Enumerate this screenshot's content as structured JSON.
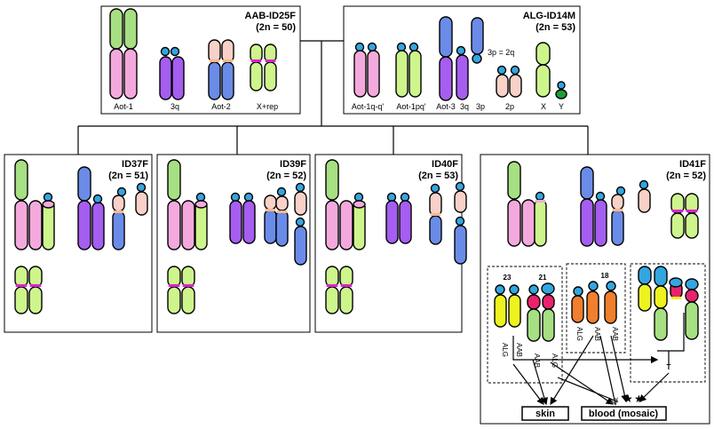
{
  "colors": {
    "green": "#a6e082",
    "pink": "#f4a9dd",
    "purple": "#a55ef0",
    "salmon": "#f8d1c8",
    "blue": "#6a8ce8",
    "lime": "#cdf58c",
    "cyan": "#33a6e0",
    "orange": "#f07f2e",
    "yellow": "#eef21e",
    "red": "#e8236b",
    "magenta": "#e020d0",
    "peach": "#f4b98c",
    "darkgreen": "#1f9e3a"
  },
  "parents": {
    "mother": {
      "title": "AAB-ID25F",
      "count": "(2n = 50)",
      "labels": [
        "Aot-1",
        "3q",
        "Aot-2",
        "X+rep"
      ]
    },
    "father": {
      "title": "ALG-ID14M",
      "count": "(2n = 53)",
      "note": "3p = 2q",
      "labels": [
        "Aot-1q-q'",
        "Aot-1pq'",
        "Aot-3",
        "3q",
        "3p",
        "2p",
        "X",
        "Y"
      ]
    }
  },
  "offspring": [
    {
      "title": "ID37F",
      "count": "(2n = 51)"
    },
    {
      "title": "ID39F",
      "count": "(2n = 52)"
    },
    {
      "title": "ID40F",
      "count": "(2n = 53)"
    },
    {
      "title": "ID41F",
      "count": "(2n = 52)"
    }
  ],
  "detail": {
    "group1": {
      "n1": "23",
      "n2": "21",
      "labels": [
        "ALG",
        "AAB",
        "AAB",
        "ALG"
      ]
    },
    "group2": {
      "n": "18",
      "labels": [
        "ALG",
        "AAB",
        "AAB"
      ]
    },
    "group3": {
      "t": "T"
    },
    "stars": [
      "★",
      "★"
    ],
    "skin": "skin",
    "blood": "blood (mosaic)"
  }
}
